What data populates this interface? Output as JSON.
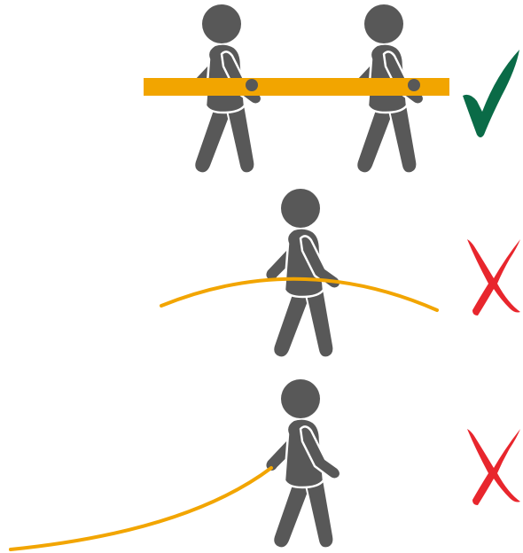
{
  "colors": {
    "background": "#ffffff",
    "person": "#585858",
    "person_outline": "#ffffff",
    "pole": "#f2a500",
    "correct_mark": "#0a6b47",
    "wrong_mark": "#e8262d"
  },
  "rows": [
    {
      "id": "row-1",
      "people": 2,
      "item": "rigid-pole-carried-by-two-people",
      "status": "correct",
      "status_icon": "check-mark-icon"
    },
    {
      "id": "row-2",
      "people": 1,
      "item": "long-flexible-pole-held-at-middle",
      "status": "incorrect",
      "status_icon": "cross-mark-icon"
    },
    {
      "id": "row-3",
      "people": 1,
      "item": "long-flexible-pole-dragged-from-one-end",
      "status": "incorrect",
      "status_icon": "cross-mark-icon"
    }
  ]
}
